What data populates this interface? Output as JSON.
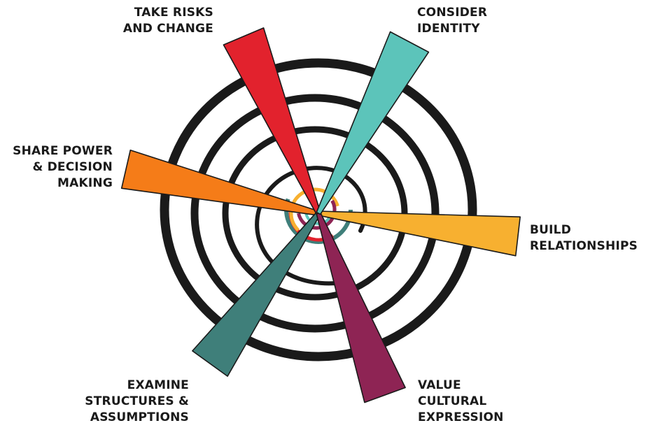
{
  "colors": {
    "spiral": "#1a1a1a",
    "take_risks": "#e2222d",
    "consider_identity": "#5cc4ba",
    "build_relationships": "#f7b030",
    "value_cultural": "#8e2454",
    "examine_structures": "#3f7f7a",
    "share_power": "#f57c18"
  },
  "labels": {
    "take_risks": [
      "TAKE RISKS",
      "AND CHANGE"
    ],
    "consider_identity": [
      "CONSIDER",
      "IDENTITY"
    ],
    "share_power": [
      "SHARE POWER",
      "& DECISION",
      "MAKING"
    ],
    "build_relationships": [
      "BUILD",
      "RELATIONSHIPS"
    ],
    "examine_structures": [
      "EXAMINE",
      "STRUCTURES &",
      "ASSUMPTIONS"
    ],
    "value_cultural": [
      "VALUE",
      "CULTURAL",
      "EXPRESSION"
    ]
  }
}
